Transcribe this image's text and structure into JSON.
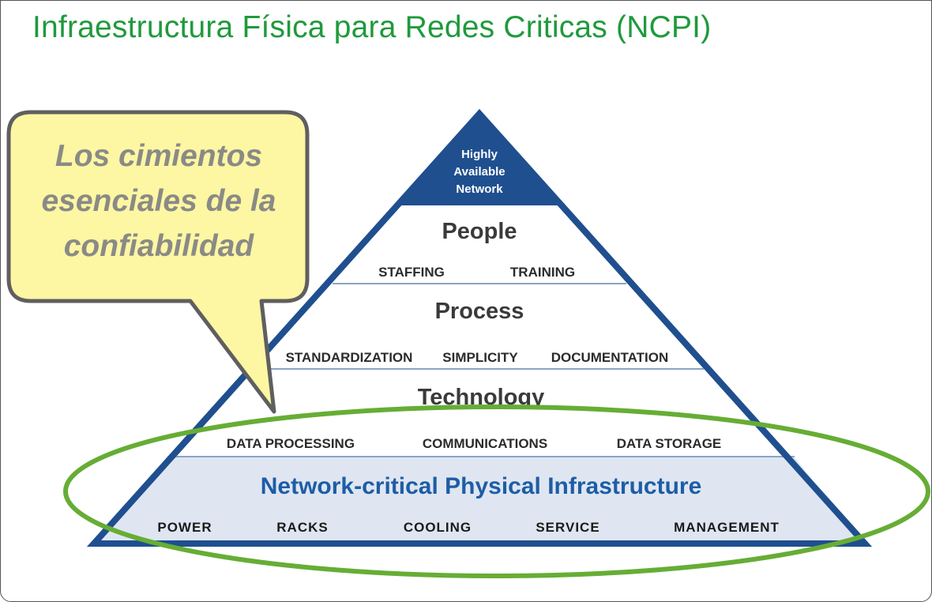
{
  "slide": {
    "title": "Infraestructura Física para Redes Criticas (NCPI)"
  },
  "callout": {
    "lines": [
      "Los cimientos",
      "esenciales de la",
      "confiabilidad"
    ]
  },
  "pyramid": {
    "apex_lines": [
      "Highly",
      "Available",
      "Network"
    ],
    "people": {
      "title": "People",
      "items": [
        "STAFFING",
        "TRAINING"
      ]
    },
    "process": {
      "title": "Process",
      "items": [
        "STANDARDIZATION",
        "SIMPLICITY",
        "DOCUMENTATION"
      ]
    },
    "technology": {
      "title": "Technology",
      "items": [
        "DATA PROCESSING",
        "COMMUNICATIONS",
        "DATA STORAGE"
      ]
    },
    "ncpi": {
      "title": "Network-critical Physical Infrastructure",
      "items": [
        "POWER",
        "RACKS",
        "COOLING",
        "SERVICE",
        "MANAGEMENT"
      ]
    }
  },
  "colors": {
    "title_green": "#1f9a3c",
    "pyramid_blue": "#1f4f8f",
    "ncpi_text_blue": "#1d5da6",
    "ncpi_fill": "#dfe6f1",
    "callout_fill": "#fdf6a3",
    "ellipse_green": "#66ad35"
  }
}
